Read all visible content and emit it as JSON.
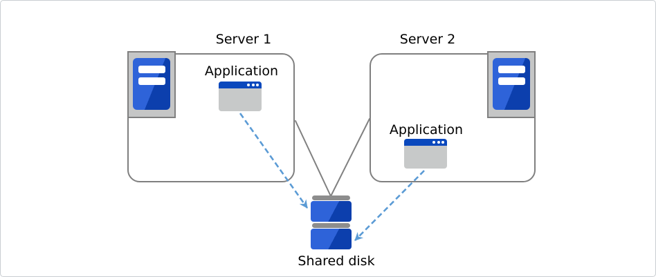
{
  "diagram": {
    "type": "shared-disk-cluster-architecture",
    "nodes": {
      "server1": {
        "label": "Server 1",
        "application_label": "Application",
        "icon": "server-tower-icon"
      },
      "server2": {
        "label": "Server 2",
        "application_label": "Application",
        "icon": "server-tower-icon"
      },
      "shared_disk": {
        "label": "Shared disk",
        "icon": "disk-stack-icon",
        "disk_count": 2
      }
    },
    "connectors": [
      {
        "from": "server1-box",
        "to": "shared-disk",
        "style": "solid-gray-line"
      },
      {
        "from": "server2-box",
        "to": "shared-disk",
        "style": "solid-gray-line"
      },
      {
        "from": "server1-application",
        "to": "shared-disk",
        "style": "dashed-blue-arrow"
      },
      {
        "from": "server2-application",
        "to": "shared-disk",
        "style": "dashed-blue-arrow"
      }
    ],
    "colors": {
      "server_blue_light": "#2e63d9",
      "server_blue_dark": "#0c3fad",
      "app_titlebar_blue": "#0a48bd",
      "app_body_gray": "#c7c9c9",
      "icon_frame_gray": "#c5c6c6",
      "outline_gray": "#7f7f7f",
      "disk_bar_gray": "#8d8d8d",
      "arrow_blue": "#5b9bd5",
      "label_text": "#000000",
      "background": "#ffffff"
    }
  }
}
